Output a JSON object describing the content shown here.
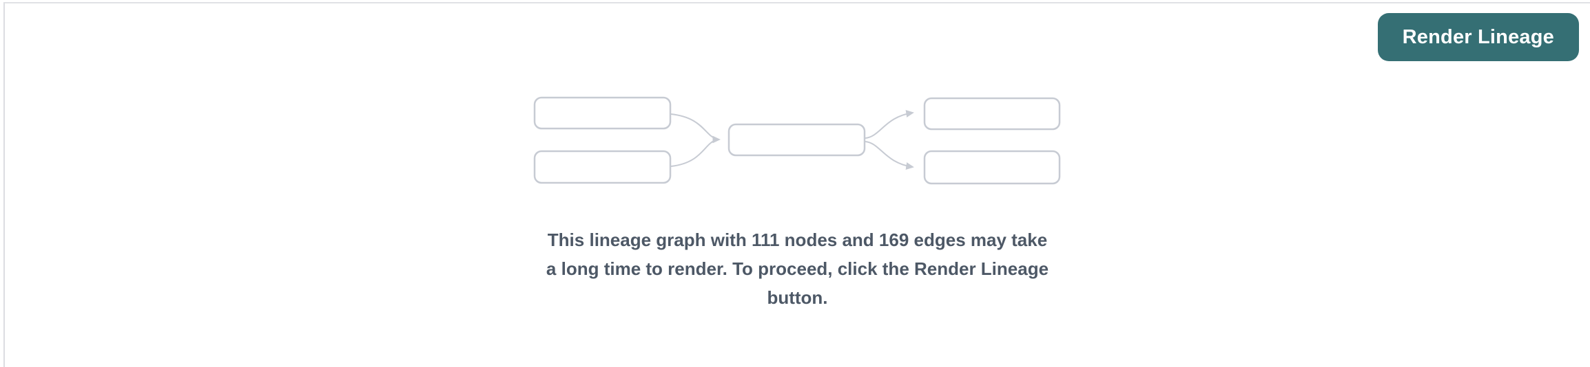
{
  "panel": {
    "name": "lineage-graph-panel",
    "border_color": "#e0e1e5",
    "background_color": "#ffffff"
  },
  "toolbar": {
    "render_button": {
      "label": "Render Lineage",
      "bg_color": "#356f74",
      "text_color": "#ffffff"
    }
  },
  "empty_state": {
    "illustration": {
      "name": "lineage-graph-placeholder",
      "node_fill": "#ffffff",
      "stroke_color": "#c7cbd3",
      "node_count_drawn": 5,
      "edge_count_drawn": 4
    },
    "message": {
      "lines": [
        "This lineage graph with 111 nodes and 169 edges may take",
        "a long time to render. To proceed, click the Render Lineage",
        "button."
      ],
      "full_text": "This lineage graph with 111 nodes and 169 edges may take a long time to render. To proceed, click the Render Lineage button.",
      "node_count": "111",
      "edge_count": "169",
      "text_color": "#4d5866"
    }
  }
}
